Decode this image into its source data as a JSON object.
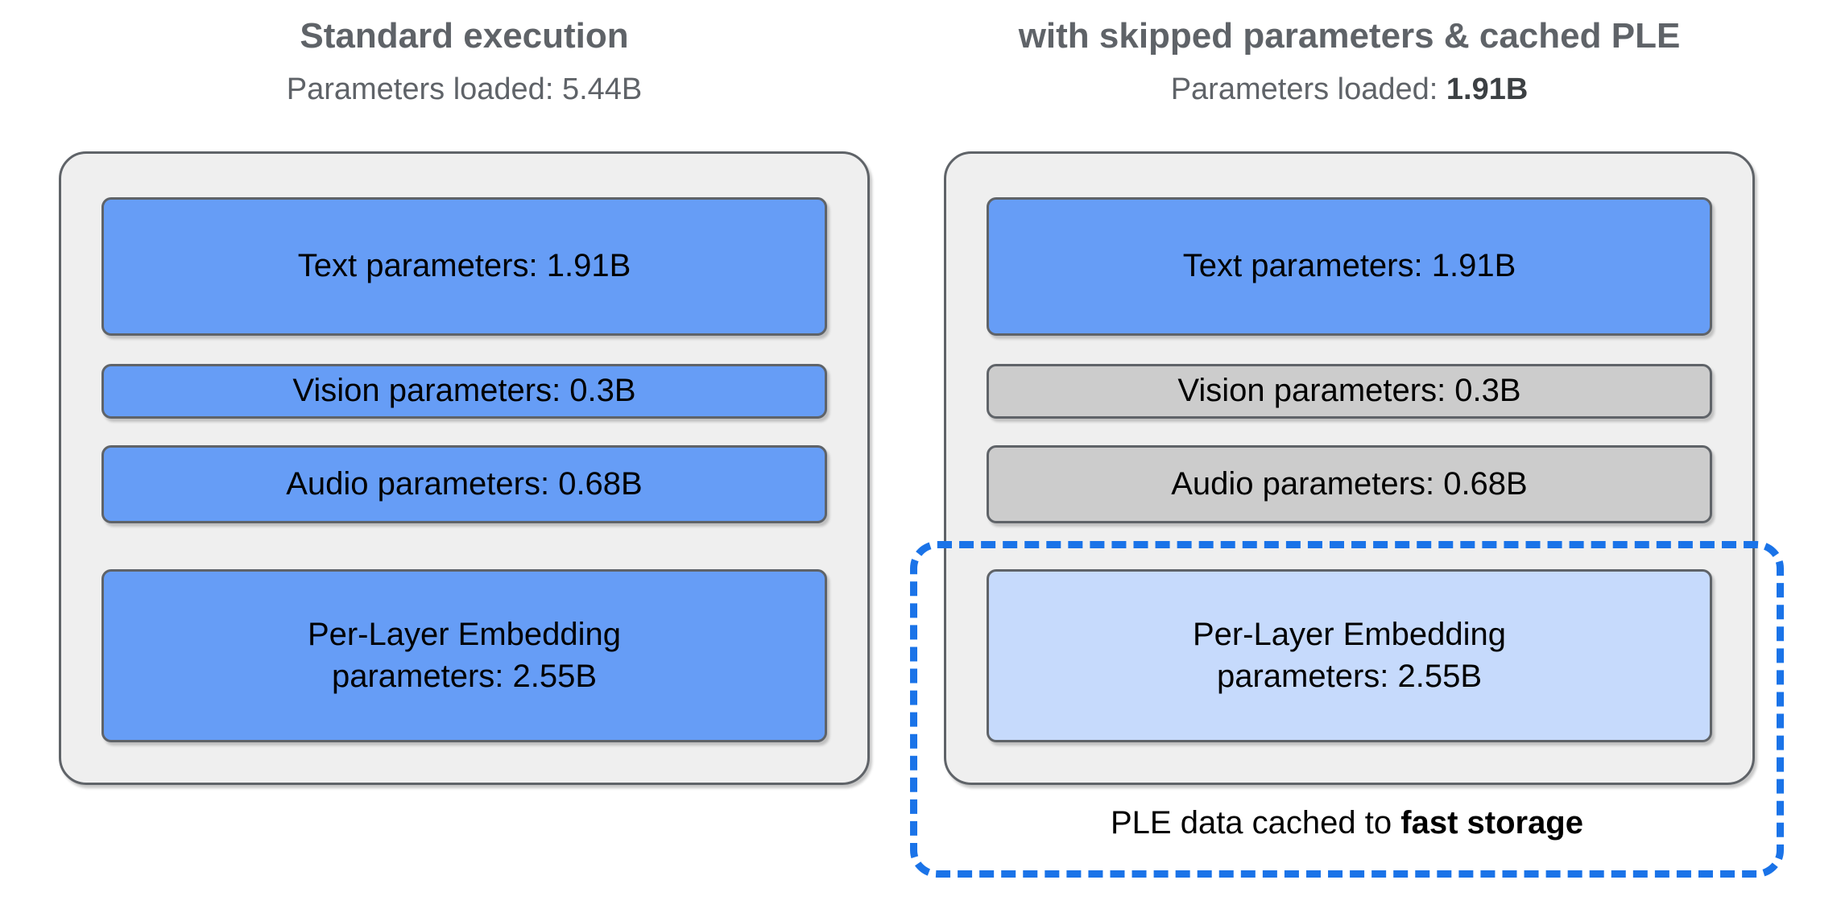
{
  "columns": [
    {
      "id": "standard",
      "title": "Standard execution",
      "subtitle_prefix": "Parameters loaded: ",
      "subtitle_value": "5.44B",
      "subtitle_value_bold": false,
      "bars": [
        {
          "label": "Text parameters: 1.91B",
          "state": "loaded",
          "color": "#669df6"
        },
        {
          "label": "Vision parameters: 0.3B",
          "state": "loaded",
          "color": "#669df6"
        },
        {
          "label": "Audio parameters: 0.68B",
          "state": "loaded",
          "color": "#669df6"
        },
        {
          "label": "Per-Layer Embedding\nparameters: 2.55B",
          "label_line1": "Per-Layer Embedding",
          "label_line2": "parameters: 2.55B",
          "state": "loaded",
          "color": "#669df6"
        }
      ]
    },
    {
      "id": "skipped-cached",
      "title": "with skipped parameters & cached PLE",
      "subtitle_prefix": "Parameters loaded: ",
      "subtitle_value": "1.91B",
      "subtitle_value_bold": true,
      "bars": [
        {
          "label": "Text parameters: 1.91B",
          "state": "loaded",
          "color": "#669df6"
        },
        {
          "label": "Vision parameters: 0.3B",
          "state": "skipped",
          "color": "#cccccc"
        },
        {
          "label": "Audio parameters: 0.68B",
          "state": "skipped",
          "color": "#cccccc"
        },
        {
          "label": "Per-Layer Embedding\nparameters: 2.55B",
          "label_line1": "Per-Layer Embedding",
          "label_line2": "parameters: 2.55B",
          "state": "cached",
          "color": "#c6dafc"
        }
      ]
    }
  ],
  "cache_region": {
    "caption_prefix": "PLE data cached to ",
    "caption_emphasis": "fast storage",
    "border_color": "#1a73e8"
  },
  "palette": {
    "loaded_blue": "#669df6",
    "skipped_gray": "#cccccc",
    "cached_light_blue": "#c6dafc",
    "panel_background": "#efefef",
    "outline_gray": "#5f6368",
    "accent_blue": "#1a73e8",
    "page_background": "#ffffff"
  }
}
